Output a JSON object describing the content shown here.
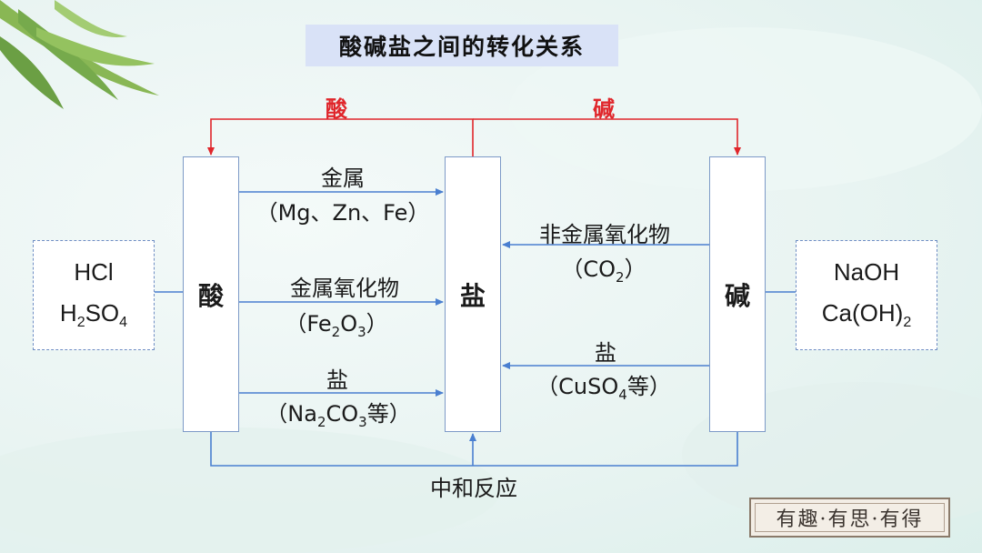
{
  "title": "酸碱盐之间的转化关系",
  "boxes": {
    "acid": "酸",
    "salt": "盐",
    "base": "碱"
  },
  "top_labels": {
    "left": "酸",
    "right": "碱"
  },
  "acid_examples": {
    "line1": "HCl",
    "line2_main": "H",
    "line2_sub1": "2",
    "line2_mid": "SO",
    "line2_sub2": "4"
  },
  "base_examples": {
    "line1": "NaOH",
    "line2_main": "Ca(OH)",
    "line2_sub": "2"
  },
  "acid_to_salt": [
    {
      "label": "金属",
      "detail": "（Mg、Zn、Fe）"
    },
    {
      "label": "金属氧化物",
      "detail_pre": "（Fe",
      "sub1": "2",
      "mid": "O",
      "sub2": "3",
      "detail_post": "）"
    },
    {
      "label": "盐",
      "detail_pre": "（Na",
      "sub1": "2",
      "mid": "CO",
      "sub2": "3",
      "detail_post": "等）"
    }
  ],
  "base_to_salt": [
    {
      "label": "非金属氧化物",
      "detail_pre": "（CO",
      "sub": "2",
      "detail_post": "）"
    },
    {
      "label": "盐",
      "detail_pre": "（CuSO",
      "sub": "4",
      "detail_post": "等）"
    }
  ],
  "bottom_label": "中和反应",
  "stamp": "有趣·有思·有得",
  "colors": {
    "red_arrow": "#e0262b",
    "blue_arrow": "#4a7fd0",
    "box_border": "#7d9ac7",
    "title_bg": "#d9e2f7"
  }
}
